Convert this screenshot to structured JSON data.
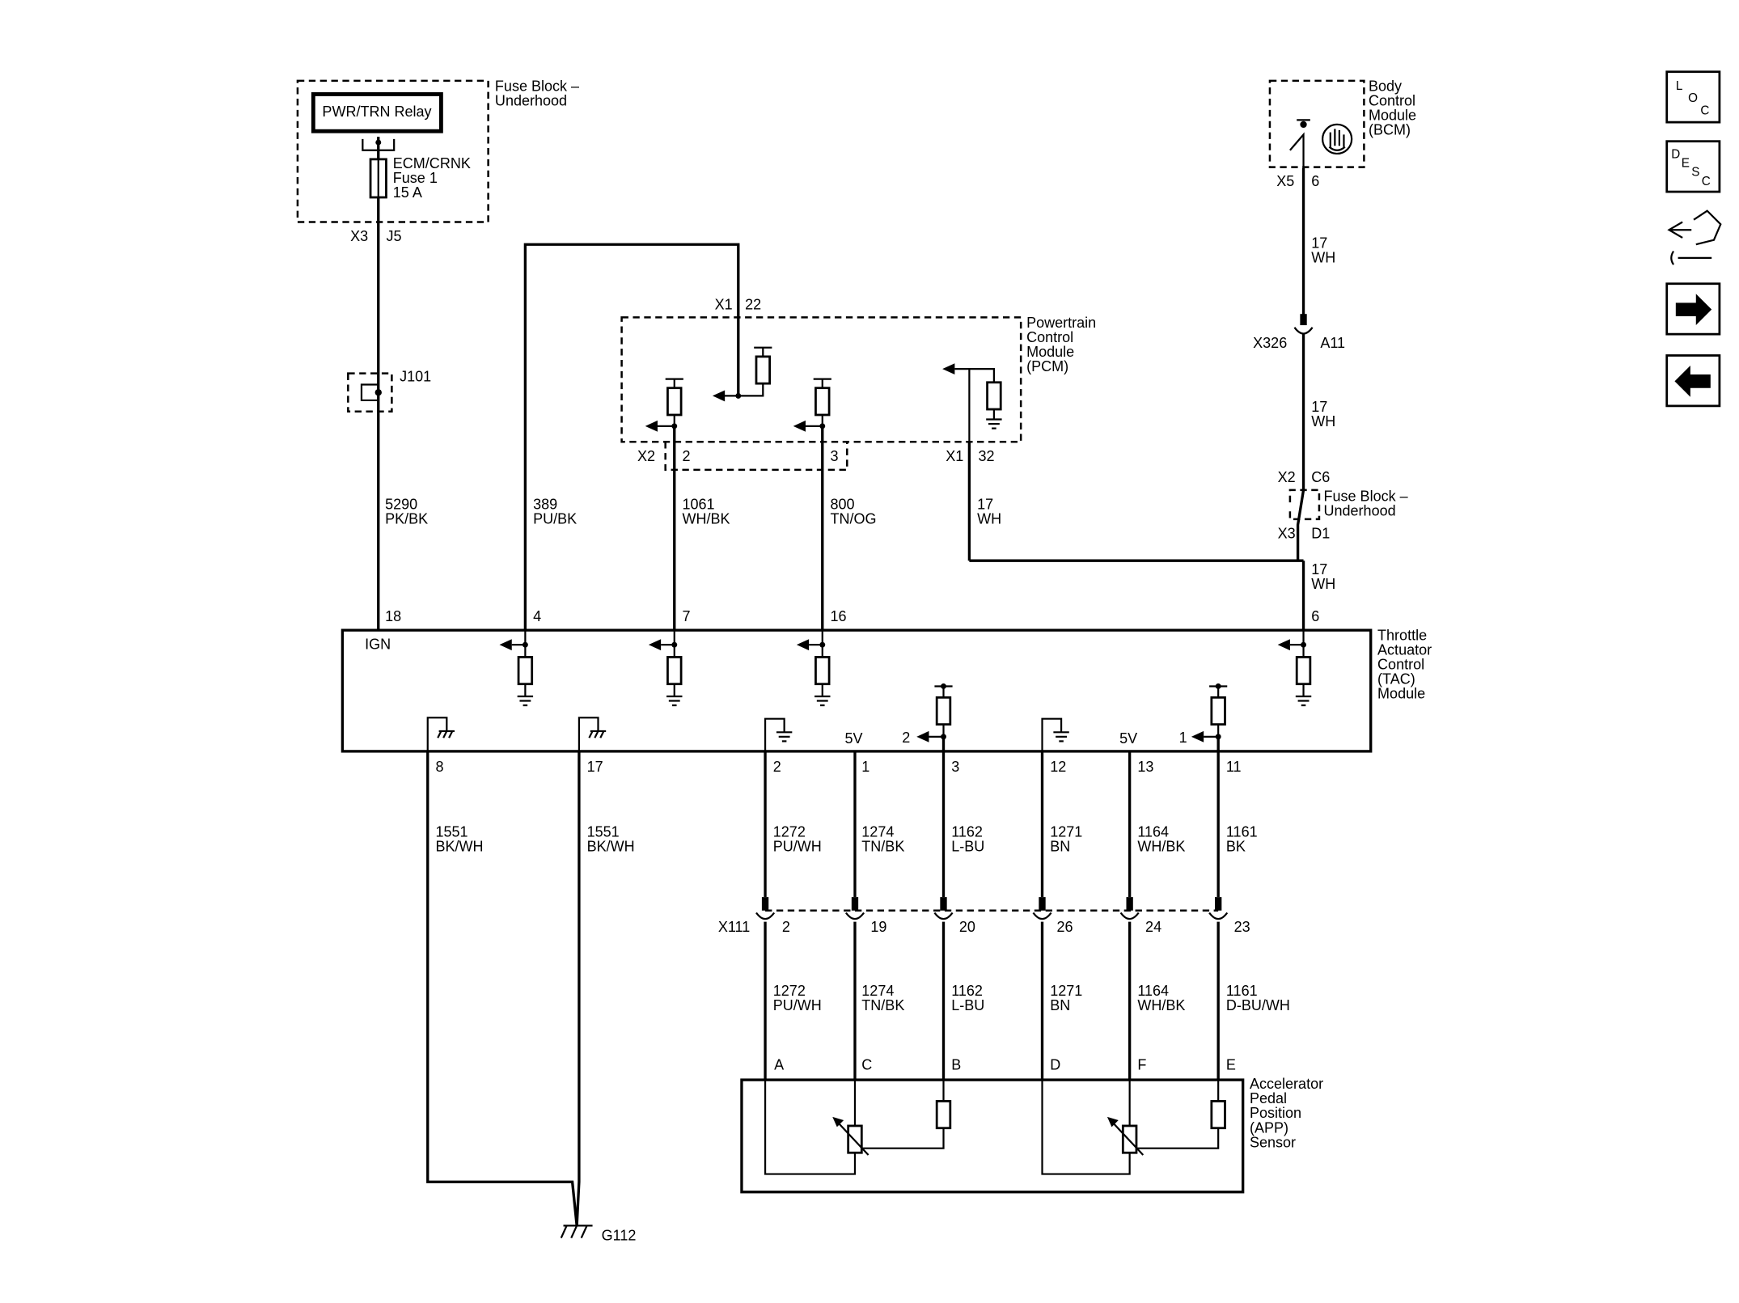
{
  "fuse_block_top": {
    "title_line1": "Fuse Block –",
    "title_line2": "Underhood",
    "relay": "PWR/TRN Relay",
    "fuse_line1": "ECM/CRNK",
    "fuse_line2": "Fuse 1",
    "fuse_line3": "15 A",
    "connector": "X3",
    "pin": "J5"
  },
  "splice_j101": "J101",
  "bcm": {
    "line1": "Body",
    "line2": "Control",
    "line3": "Module",
    "line4": "(BCM)",
    "connector": "X5",
    "pin": "6"
  },
  "pcm": {
    "line1": "Powertrain",
    "line2": "Control",
    "line3": "Module",
    "line4": "(PCM)",
    "x1_top": "X1",
    "pin_top": "22",
    "x2": "X2",
    "pin_2": "2",
    "pin_3": "3",
    "x1_bottom": "X1",
    "pin_32": "32"
  },
  "inline_x326": {
    "name": "X326",
    "pin": "A11"
  },
  "fuse_block_right": {
    "line1": "Fuse Block –",
    "line2": "Underhood",
    "x2": "X2",
    "pin_c6": "C6",
    "x3": "X3",
    "pin_d1": "D1"
  },
  "tac": {
    "line1": "Throttle",
    "line2": "Actuator",
    "line3": "Control",
    "line4": "(TAC)",
    "line5": "Module",
    "ign": "IGN",
    "pins_top": [
      "18",
      "4",
      "7",
      "16",
      "6"
    ],
    "pins_bottom": [
      "8",
      "17",
      "2",
      "1",
      "3",
      "12",
      "13",
      "11"
    ],
    "ref1": "5V",
    "ref2": "5V",
    "sig2": "2",
    "sig1": "1"
  },
  "wires_upper": [
    {
      "circuit": "5290",
      "color": "PK/BK"
    },
    {
      "circuit": "389",
      "color": "PU/BK"
    },
    {
      "circuit": "1061",
      "color": "WH/BK"
    },
    {
      "circuit": "800",
      "color": "TN/OG"
    },
    {
      "circuit": "17",
      "color": "WH"
    }
  ],
  "bcm_wires": [
    {
      "circuit": "17",
      "color": "WH"
    },
    {
      "circuit": "17",
      "color": "WH"
    },
    {
      "circuit": "17",
      "color": "WH"
    }
  ],
  "ground_wires": [
    {
      "circuit": "1551",
      "color": "BK/WH"
    },
    {
      "circuit": "1551",
      "color": "BK/WH"
    }
  ],
  "tac_to_x111": [
    {
      "circuit": "1272",
      "color": "PU/WH"
    },
    {
      "circuit": "1274",
      "color": "TN/BK"
    },
    {
      "circuit": "1162",
      "color": "L-BU"
    },
    {
      "circuit": "1271",
      "color": "BN"
    },
    {
      "circuit": "1164",
      "color": "WH/BK"
    },
    {
      "circuit": "1161",
      "color": "BK"
    }
  ],
  "x111": {
    "name": "X111",
    "pins": [
      "2",
      "19",
      "20",
      "26",
      "24",
      "23"
    ]
  },
  "x111_to_app": [
    {
      "circuit": "1272",
      "color": "PU/WH"
    },
    {
      "circuit": "1274",
      "color": "TN/BK"
    },
    {
      "circuit": "1162",
      "color": "L-BU"
    },
    {
      "circuit": "1271",
      "color": "BN"
    },
    {
      "circuit": "1164",
      "color": "WH/BK"
    },
    {
      "circuit": "1161",
      "color": "D-BU/WH"
    }
  ],
  "app": {
    "line1": "Accelerator",
    "line2": "Pedal",
    "line3": "Position",
    "line4": "(APP)",
    "line5": "Sensor",
    "pins": [
      "A",
      "C",
      "B",
      "D",
      "F",
      "E"
    ]
  },
  "ground": "G112",
  "nav": {
    "loc": [
      "L",
      "O",
      "C"
    ],
    "desc": [
      "D",
      "E",
      "S",
      "C"
    ]
  }
}
